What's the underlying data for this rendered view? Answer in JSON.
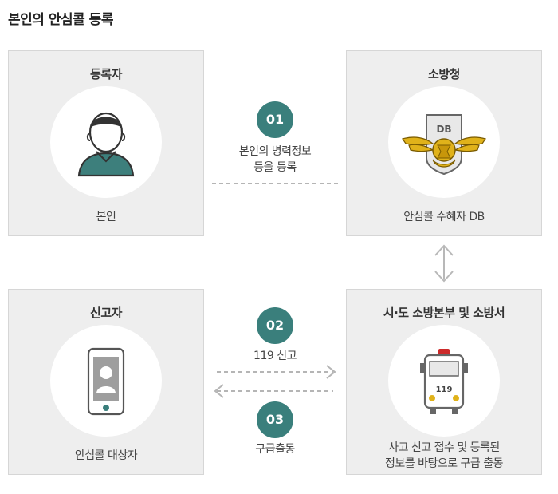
{
  "page_title": "본인의 안심콜 등록",
  "registrant": {
    "title": "등록자",
    "label": "본인"
  },
  "fire_agency": {
    "title": "소방청",
    "label": "안심콜 수혜자 DB",
    "badge": "DB"
  },
  "reporter": {
    "title": "신고자",
    "label": "안심콜 대상자"
  },
  "fire_hq": {
    "title": "시·도 소방본부 및 소방서",
    "label_line1": "사고 신고 접수 및 등록된",
    "label_line2": "정보를 바탕으로 구급 출동",
    "bus_number": "119"
  },
  "steps": [
    {
      "number": "01",
      "text_line1": "본인의 병력정보",
      "text_line2": "등을 등록"
    },
    {
      "number": "02",
      "text": "119 신고"
    },
    {
      "number": "03",
      "text": "구급출동"
    }
  ],
  "colors": {
    "accent": "#3a7f7c",
    "box_bg": "#eeeeee",
    "emblem_gold": "#e0b21a",
    "siren_red": "#cc2a2a"
  }
}
